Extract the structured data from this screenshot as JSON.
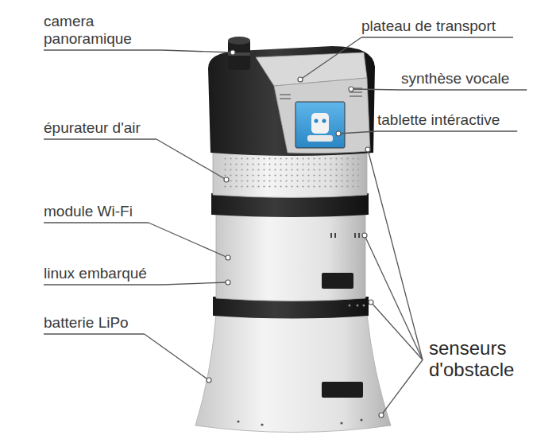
{
  "diagram": {
    "labels": [
      "camera panoramique",
      "plateau de transport",
      "synthèse vocale",
      "tablette intéractive",
      "épurateur d'air",
      "module Wi-Fi",
      "linux embarqué",
      "batterie LiPo",
      "senseurs d'obstacle"
    ]
  }
}
